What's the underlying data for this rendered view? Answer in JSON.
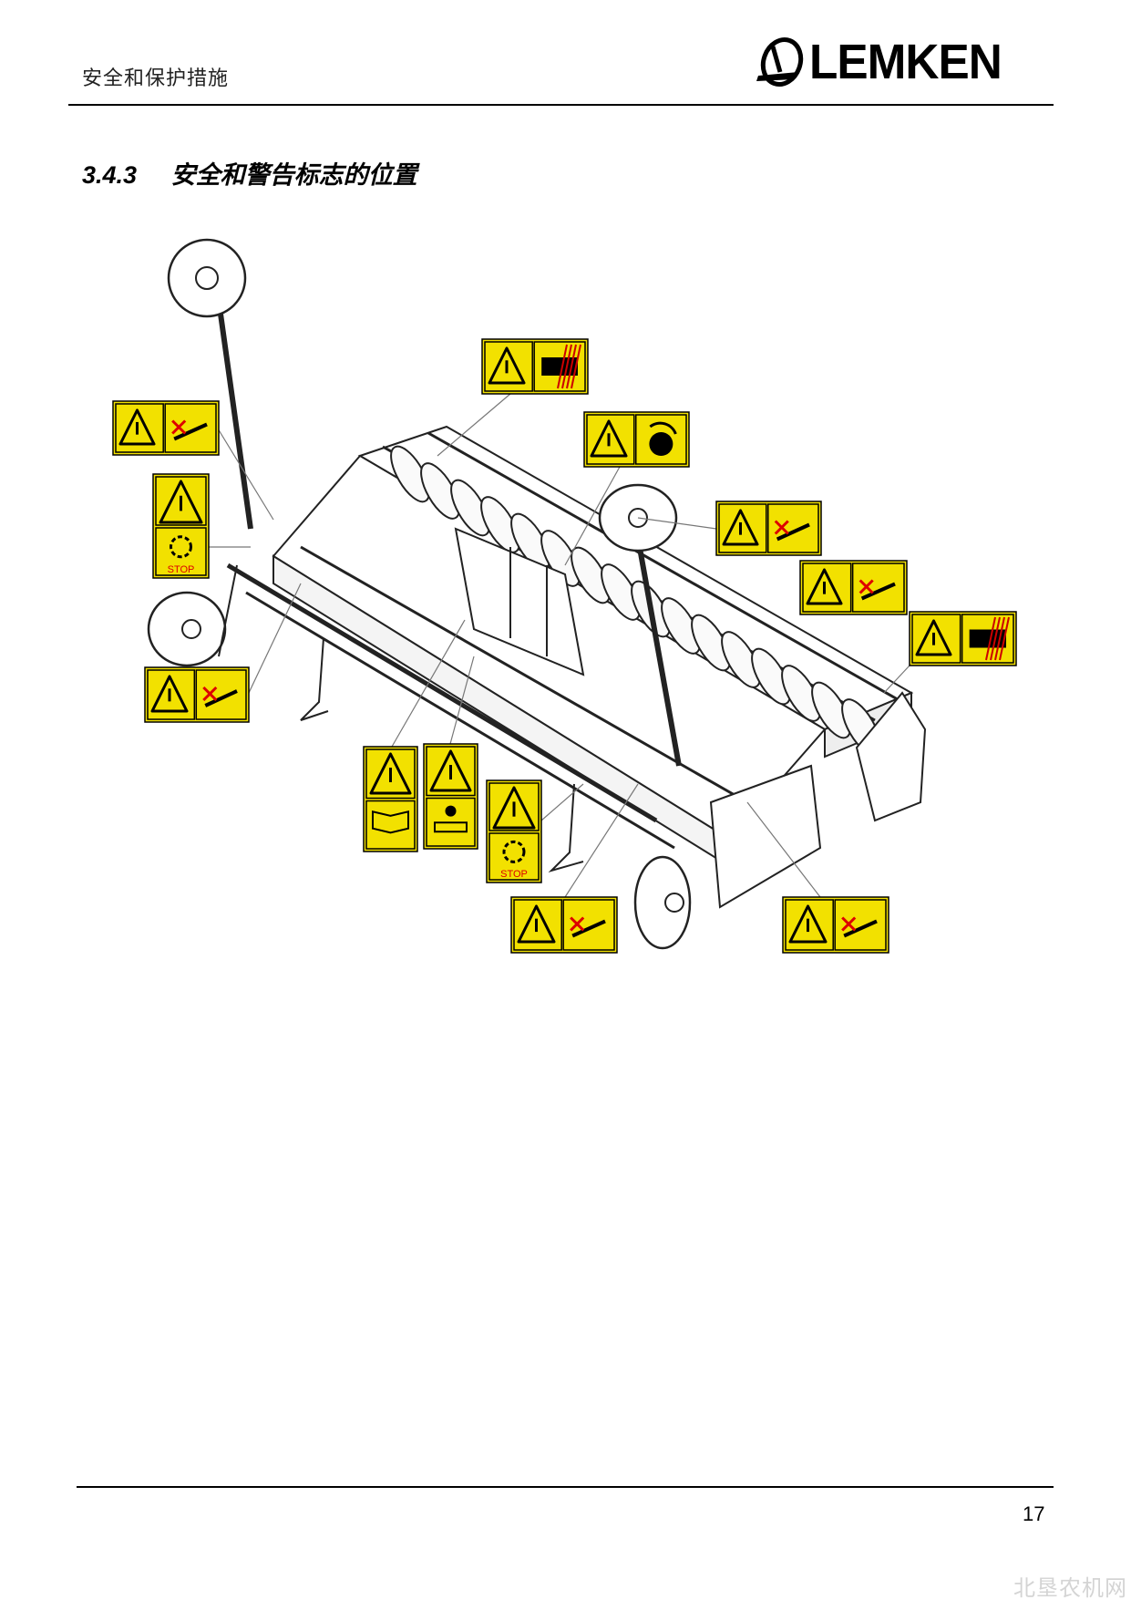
{
  "header": {
    "section_title": "安全和保护措施",
    "logo_text": "LEMKEN"
  },
  "heading": {
    "number": "3.4.3",
    "text": "安全和警告标志的位置"
  },
  "figure": {
    "stop_text": "STOP",
    "label_color": "#f2e100",
    "labels": [
      {
        "name": "label-rotating-parts-top",
        "icons": [
          "warning-triangle",
          "hand-crush",
          "rotating-parts"
        ]
      },
      {
        "name": "label-hand-crush-left",
        "icons": [
          "warning-triangle",
          "hand-crush",
          "no-hand-hydraulic"
        ]
      },
      {
        "name": "label-stop-left",
        "icons": [
          "warning-triangle",
          "foot-injury",
          "stop-rotation"
        ]
      },
      {
        "name": "label-rotating-disc",
        "icons": [
          "warning-triangle",
          "rotating-disc"
        ]
      },
      {
        "name": "label-fall-hazard",
        "icons": [
          "warning-triangle",
          "crushing",
          "no-riding"
        ]
      },
      {
        "name": "label-keep-distance",
        "icons": [
          "warning-triangle",
          "pinch",
          "no-standing"
        ]
      },
      {
        "name": "label-rotating-parts-right",
        "icons": [
          "warning-triangle",
          "hand-crush",
          "rotating-parts"
        ]
      },
      {
        "name": "label-hand-ring-left",
        "icons": [
          "warning-triangle",
          "hand-crush",
          "no-hand-ring"
        ]
      },
      {
        "name": "label-read-manual",
        "icons": [
          "warning-triangle",
          "manual-book"
        ]
      },
      {
        "name": "label-maintenance",
        "icons": [
          "warning-triangle",
          "key-manual"
        ]
      },
      {
        "name": "label-stop-center",
        "icons": [
          "warning-triangle",
          "foot-injury",
          "stop-rotation"
        ]
      },
      {
        "name": "label-hand-ring-center",
        "icons": [
          "warning-triangle",
          "hand-crush",
          "no-hand-ring"
        ]
      },
      {
        "name": "label-hand-crush-right",
        "icons": [
          "warning-triangle",
          "hand-crush",
          "no-hand-hydraulic"
        ]
      }
    ]
  },
  "footer": {
    "page_number": "17",
    "watermark": "北垦农机网"
  }
}
